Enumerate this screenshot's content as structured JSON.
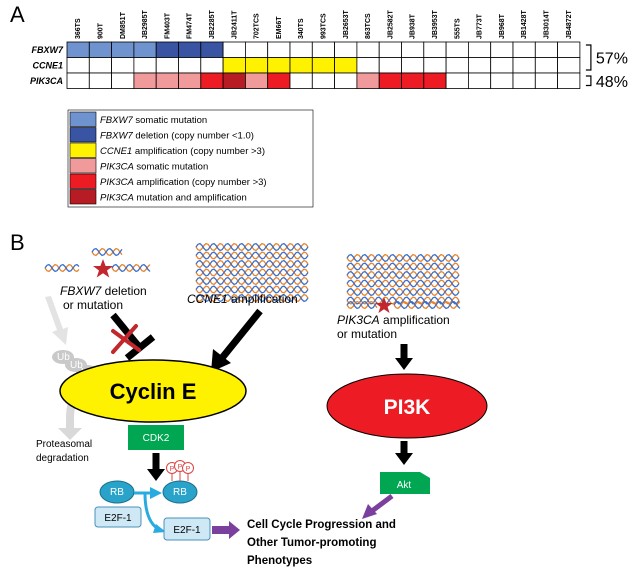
{
  "panel_a": {
    "letter": "A",
    "genes": [
      "FBXW7",
      "CCNE1",
      "PIK3CA"
    ],
    "samples": [
      "366TS",
      "900T",
      "DM851T",
      "JB2985T",
      "FM403T",
      "FM474T",
      "JB2285T",
      "JB2411T",
      "702TCS",
      "EM66T",
      "340TS",
      "993TCS",
      "JB2653T",
      "863TCS",
      "JB2582T",
      "JB938T",
      "JB3953T",
      "555TS",
      "JB773T",
      "JB968T",
      "JB1428T",
      "JB3014T",
      "JB4872T"
    ],
    "rows": [
      [
        "fbxw7_mut",
        "fbxw7_mut",
        "fbxw7_mut",
        "fbxw7_mut",
        "fbxw7_del",
        "fbxw7_del",
        "fbxw7_del",
        "none",
        "none",
        "none",
        "none",
        "none",
        "none",
        "none",
        "none",
        "none",
        "none",
        "none",
        "none",
        "none",
        "none",
        "none",
        "none"
      ],
      [
        "none",
        "none",
        "none",
        "none",
        "none",
        "none",
        "none",
        "ccne1_amp",
        "ccne1_amp",
        "ccne1_amp",
        "ccne1_amp",
        "ccne1_amp",
        "ccne1_amp",
        "none",
        "none",
        "none",
        "none",
        "none",
        "none",
        "none",
        "none",
        "none",
        "none"
      ],
      [
        "none",
        "none",
        "none",
        "pik3ca_mut",
        "pik3ca_mut",
        "pik3ca_mut",
        "pik3ca_amp",
        "pik3ca_both",
        "pik3ca_mut",
        "pik3ca_amp",
        "none",
        "none",
        "none",
        "pik3ca_mut",
        "pik3ca_amp",
        "pik3ca_amp",
        "pik3ca_amp",
        "none",
        "none",
        "none",
        "none",
        "none",
        "none"
      ]
    ],
    "brackets": [
      {
        "rows": [
          0,
          1
        ],
        "label": "57%"
      },
      {
        "rows": [
          2,
          2
        ],
        "label": "48%"
      }
    ],
    "legend": [
      {
        "key": "fbxw7_mut",
        "italic": "FBXW7",
        "text": " somatic mutation"
      },
      {
        "key": "fbxw7_del",
        "italic": "FBXW7",
        "text": " deletion (copy number <1.0)"
      },
      {
        "key": "ccne1_amp",
        "italic": "CCNE1",
        "text": " amplification (copy number >3)"
      },
      {
        "key": "pik3ca_mut",
        "italic": "PIK3CA",
        "text": " somatic mutation"
      },
      {
        "key": "pik3ca_amp",
        "italic": "PIK3CA",
        "text": " amplification (copy number >3)"
      },
      {
        "key": "pik3ca_both",
        "italic": "PIK3CA",
        "text": " mutation and amplification"
      }
    ],
    "colors": {
      "none": "#ffffff",
      "fbxw7_mut": "#6f93cf",
      "fbxw7_del": "#3a54a4",
      "ccne1_amp": "#fff200",
      "pik3ca_mut": "#f19a9c",
      "pik3ca_amp": "#ed1c24",
      "pik3ca_both": "#b71c24"
    }
  },
  "panel_b": {
    "letter": "B",
    "fbxw7_label_gene": "FBXW7",
    "fbxw7_label_rest": " deletion",
    "fbxw7_label_line2": "or mutation",
    "ccne1_label_gene": "CCNE1",
    "ccne1_label_rest": " amplification",
    "pik3ca_label_gene": "PIK3CA",
    "pik3ca_label_rest": " amplification",
    "pik3ca_label_line2": "or mutation",
    "ub_label": "Ub",
    "proteasomal_line1": "Proteasomal",
    "proteasomal_line2": "degradation",
    "cyclin_e": "Cyclin E",
    "cdk2": "CDK2",
    "pi3k": "PI3K",
    "akt": "Akt",
    "rb": "RB",
    "p": "P",
    "e2f1": "E2F-1",
    "outcome_line1": "Cell Cycle Progression  and",
    "outcome_line2": "Other Tumor-promoting",
    "outcome_line3": "Phenotypes",
    "colors": {
      "cyclin_fill": "#fff200",
      "pi3k_fill": "#ed1c24",
      "green_box": "#00a651",
      "rb_fill": "#29a3c9",
      "e2f_fill": "#cfe8f5",
      "blue_arrow": "#29abe2",
      "purple_arrow": "#7b3f9e",
      "star": "#c1272d",
      "inhibit_x": "#c1272d"
    }
  }
}
